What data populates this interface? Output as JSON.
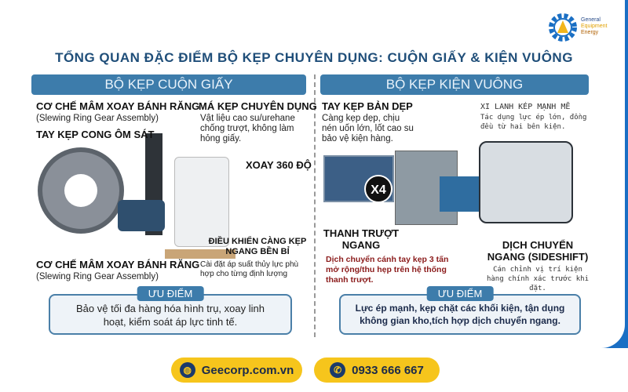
{
  "title": "TỔNG QUAN ĐẶC ĐIỂM BỘ KẸP CHUYÊN DỤNG: CUỘN GIẤY & KIỆN VUÔNG",
  "logo": {
    "line1": "General",
    "line2": "Equipment",
    "line3": "Energy"
  },
  "left": {
    "header": "BỘ KẸP CUỘN GIẤY",
    "gear_title": "CƠ CHẾ MÂM XOAY BÁNH RĂNG",
    "gear_sub": "(Slewing Ring Gear Assembly)",
    "arm": "TAY KẸP CONG ÔM SÁT",
    "pad_title": "MÁ KẸP CHUYÊN DỤNG",
    "pad_desc": "Vật liệu cao su/urehane chống trượt, không làm hỏng giấy.",
    "rotate": "XOAY 360 ĐỘ",
    "control_title": "ĐIỀU KHIỂN CÀNG KẸP NGANG BỀN BỈ",
    "control_desc": "Cài đặt áp suất thủy lực phù hợp cho từng định lượng",
    "gear2_title": "CƠ CHẾ MÂM XOAY BÁNH RĂNG",
    "gear2_sub": "(Slewing Ring Gear Assembly)",
    "adv_title": "ƯU ĐIỂM",
    "adv_text": "Bảo vệ tối đa hàng hóa hình trụ, xoay linh hoạt, kiểm soát áp lực tinh tế."
  },
  "right": {
    "header": "BỘ KẸP KIỆN VUÔNG",
    "flat_title": "TAY KẸP BẢN DẸP",
    "flat_desc": "Càng kẹp dẹp, chịu nén uốn lớn, lốt cao su bảo vệ kiện hàng.",
    "cyl_title": "XI LANH KÉP MẠNH MẼ",
    "cyl_desc": "Tác dụng lực ép lớn, đồng đều từ hai bên kiện.",
    "badge": "X4",
    "rail_title": "THANH TRƯỢT NGANG",
    "rail_desc": "Dịch chuyển cánh tay kẹp 3 tấn mở rộng/thu hẹp trên hệ thống thanh trượt.",
    "shift_title": "DỊCH CHUYỂN NGANG (SIDESHIFT)",
    "shift_desc": "Cán chỉnh vị trí kiện hàng chính xác trước khi đặt.",
    "adv_title": "ƯU ĐIỂM",
    "adv_text": "Lực ép mạnh, kẹp chặt các khối kiện, tận dụng không gian kho,tích hợp dịch chuyển ngang."
  },
  "footer": {
    "website": "Geecorp.com.vn",
    "phone": "0933 666 667"
  }
}
